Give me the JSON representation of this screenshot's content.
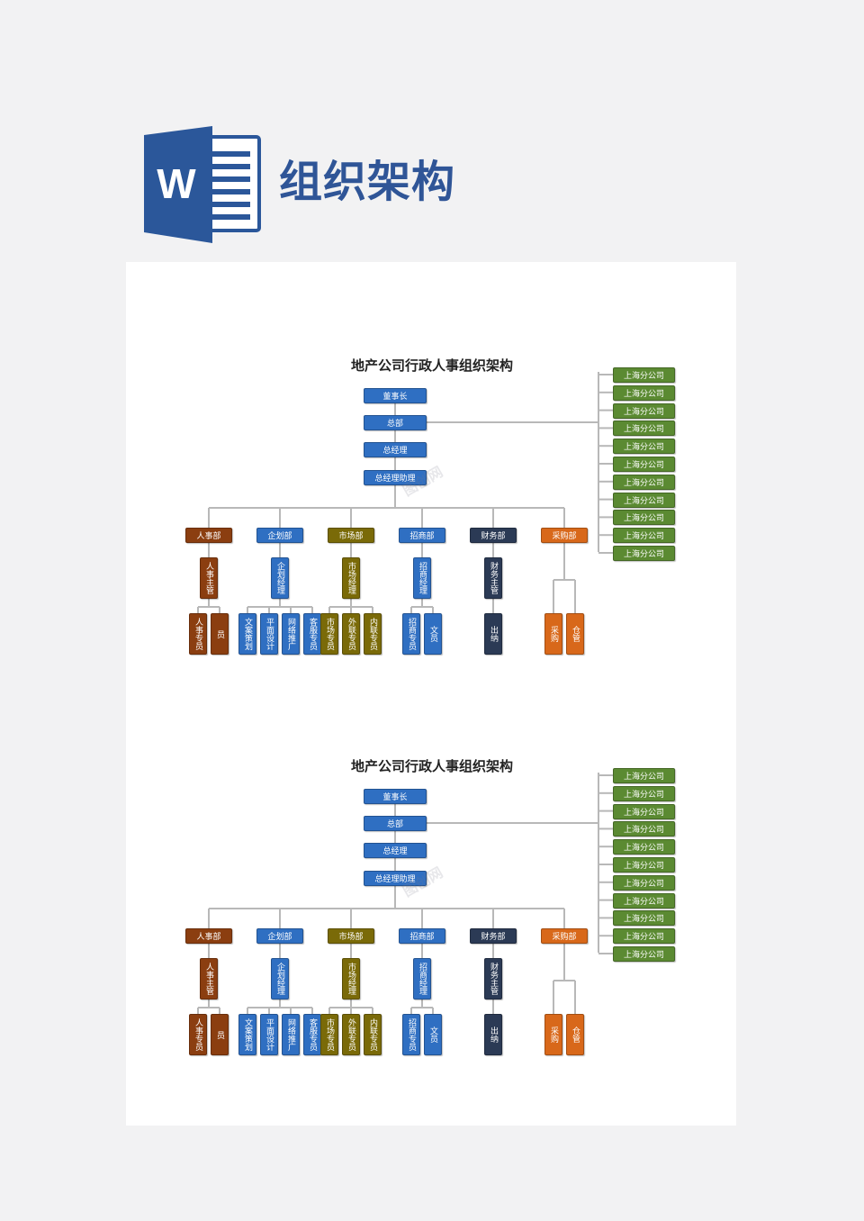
{
  "header": {
    "title": "组织架构",
    "icon": "word-icon"
  },
  "colors": {
    "blue": "#2f6fc2",
    "brown": "#8b3e10",
    "olive": "#7a6a08",
    "navy": "#2b3a55",
    "orange": "#d8681a",
    "green": "#5b8a32",
    "title": "#2f5597"
  },
  "charts": [
    {
      "title": "地产公司行政人事组织架构",
      "top_nodes": [
        "董事长",
        "总部",
        "总经理",
        "总经理助理"
      ],
      "branches": [
        "上海分公司",
        "上海分公司",
        "上海分公司",
        "上海分公司",
        "上海分公司",
        "上海分公司",
        "上海分公司",
        "上海分公司",
        "上海分公司",
        "上海分公司",
        "上海分公司"
      ],
      "departments": [
        {
          "name": "人事部",
          "manager": "人事主管",
          "staff": [
            "人事专员",
            "员"
          ]
        },
        {
          "name": "企划部",
          "manager": "企划经理",
          "staff": [
            "文案策划",
            "平面设计",
            "网络推广",
            "客服专员"
          ]
        },
        {
          "name": "市场部",
          "manager": "市场经理",
          "staff": [
            "市场专员",
            "外联专员",
            "内联专员"
          ]
        },
        {
          "name": "招商部",
          "manager": "招商经理",
          "staff": [
            "招商专员",
            "文员"
          ]
        },
        {
          "name": "财务部",
          "manager": "财务主管",
          "staff": [
            "出纳"
          ]
        },
        {
          "name": "采购部",
          "manager": "",
          "staff": [
            "采购",
            "仓管"
          ]
        }
      ],
      "watermark": "图创网"
    },
    {
      "title": "地产公司行政人事组织架构",
      "top_nodes": [
        "董事长",
        "总部",
        "总经理",
        "总经理助理"
      ],
      "branches": [
        "上海分公司",
        "上海分公司",
        "上海分公司",
        "上海分公司",
        "上海分公司",
        "上海分公司",
        "上海分公司",
        "上海分公司",
        "上海分公司",
        "上海分公司",
        "上海分公司"
      ],
      "departments": [
        {
          "name": "人事部",
          "manager": "人事主管",
          "staff": [
            "人事专员",
            "员"
          ]
        },
        {
          "name": "企划部",
          "manager": "企划经理",
          "staff": [
            "文案策划",
            "平面设计",
            "网络推广",
            "客服专员"
          ]
        },
        {
          "name": "市场部",
          "manager": "市场经理",
          "staff": [
            "市场专员",
            "外联专员",
            "内联专员"
          ]
        },
        {
          "name": "招商部",
          "manager": "招商经理",
          "staff": [
            "招商专员",
            "文员"
          ]
        },
        {
          "name": "财务部",
          "manager": "财务主管",
          "staff": [
            "出纳"
          ]
        },
        {
          "name": "采购部",
          "manager": "",
          "staff": [
            "采购",
            "仓管"
          ]
        }
      ],
      "watermark": "图创网"
    }
  ]
}
